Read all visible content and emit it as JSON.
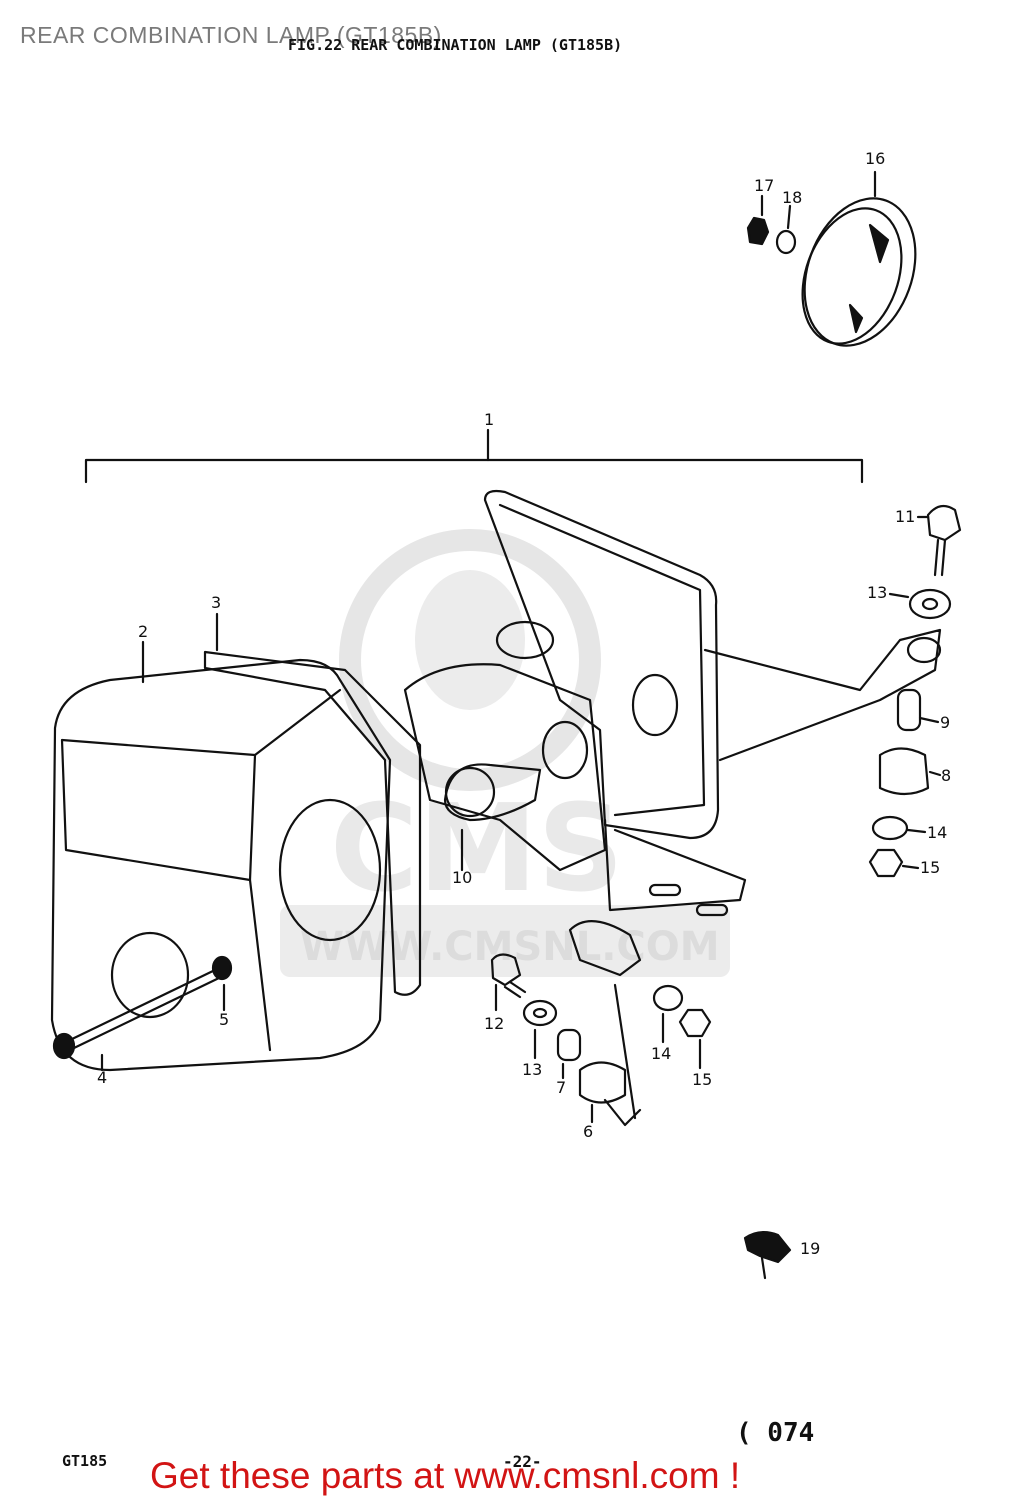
{
  "header": {
    "overlay_title": "REAR COMBINATION LAMP (GT185B)",
    "figure_title": "FIG.22  REAR COMBINATION LAMP (GT185B)"
  },
  "callouts": [
    {
      "id": "c1",
      "text": "1"
    },
    {
      "id": "c2",
      "text": "2"
    },
    {
      "id": "c3",
      "text": "3"
    },
    {
      "id": "c4",
      "text": "4"
    },
    {
      "id": "c5",
      "text": "5"
    },
    {
      "id": "c6",
      "text": "6"
    },
    {
      "id": "c7",
      "text": "7"
    },
    {
      "id": "c8",
      "text": "8"
    },
    {
      "id": "c9",
      "text": "9"
    },
    {
      "id": "c10",
      "text": "10"
    },
    {
      "id": "c11",
      "text": "11"
    },
    {
      "id": "c12",
      "text": "12"
    },
    {
      "id": "c13a",
      "text": "13"
    },
    {
      "id": "c13b",
      "text": "13"
    },
    {
      "id": "c14a",
      "text": "14"
    },
    {
      "id": "c14b",
      "text": "14"
    },
    {
      "id": "c15a",
      "text": "15"
    },
    {
      "id": "c15b",
      "text": "15"
    },
    {
      "id": "c16",
      "text": "16"
    },
    {
      "id": "c17",
      "text": "17"
    },
    {
      "id": "c18",
      "text": "18"
    },
    {
      "id": "c19",
      "text": "19"
    }
  ],
  "footer": {
    "model": "GT185",
    "page_number": "-22-",
    "ref_code": "( 074",
    "promo_text": "Get these parts at www.cmsnl.com !"
  },
  "watermark": {
    "text": "WWW.CMSNL.COM"
  },
  "colors": {
    "ink": "#111111",
    "watermark": "#e6e6e6",
    "promo": "#d21414",
    "overlay": "#7a7a7a"
  }
}
